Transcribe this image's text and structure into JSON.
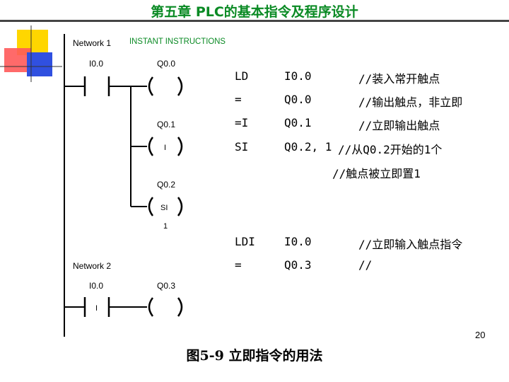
{
  "header": {
    "title": "第五章  PLC的基本指令及程序设计"
  },
  "colors": {
    "header_text": "#0a8a24",
    "deco_yellow": "#ffd600",
    "deco_red": "#ff4f4f",
    "deco_blue": "#3050e0",
    "instruction_label": "#0a8a24"
  },
  "ladder": {
    "network1": {
      "label": "Network 1",
      "title": "INSTANT INSTRUCTIONS",
      "contact": {
        "address": "I0.0",
        "symbol": ""
      },
      "coils": [
        {
          "address": "Q0.0",
          "symbol": ""
        },
        {
          "address": "Q0.1",
          "symbol": "I"
        },
        {
          "address": "Q0.2",
          "symbol": "SI",
          "count": "1"
        }
      ]
    },
    "network2": {
      "label": "Network 2",
      "contact": {
        "address": "I0.0",
        "symbol": "I"
      },
      "coils": [
        {
          "address": "Q0.3",
          "symbol": ""
        }
      ]
    }
  },
  "instruction_list": {
    "lines": [
      {
        "op": "LD",
        "operand": "I0.0",
        "comment": "//装入常开触点"
      },
      {
        "op": "=",
        "operand": "Q0.0",
        "comment": "//输出触点，非立即"
      },
      {
        "op": "=I",
        "operand": "Q0.1",
        "comment": "//立即输出触点"
      },
      {
        "op": "SI",
        "operand": "Q0.2, 1",
        "comment": "//从Q0.2开始的1个"
      },
      {
        "op": "",
        "operand": "",
        "comment": "//触点被立即置1"
      },
      {
        "op": "LDI",
        "operand": "I0.0",
        "comment": "//立即输入触点指令"
      },
      {
        "op": "=",
        "operand": "Q0.3",
        "comment": "//"
      }
    ]
  },
  "page_number": "20",
  "caption": "图5-9    立即指令的用法"
}
